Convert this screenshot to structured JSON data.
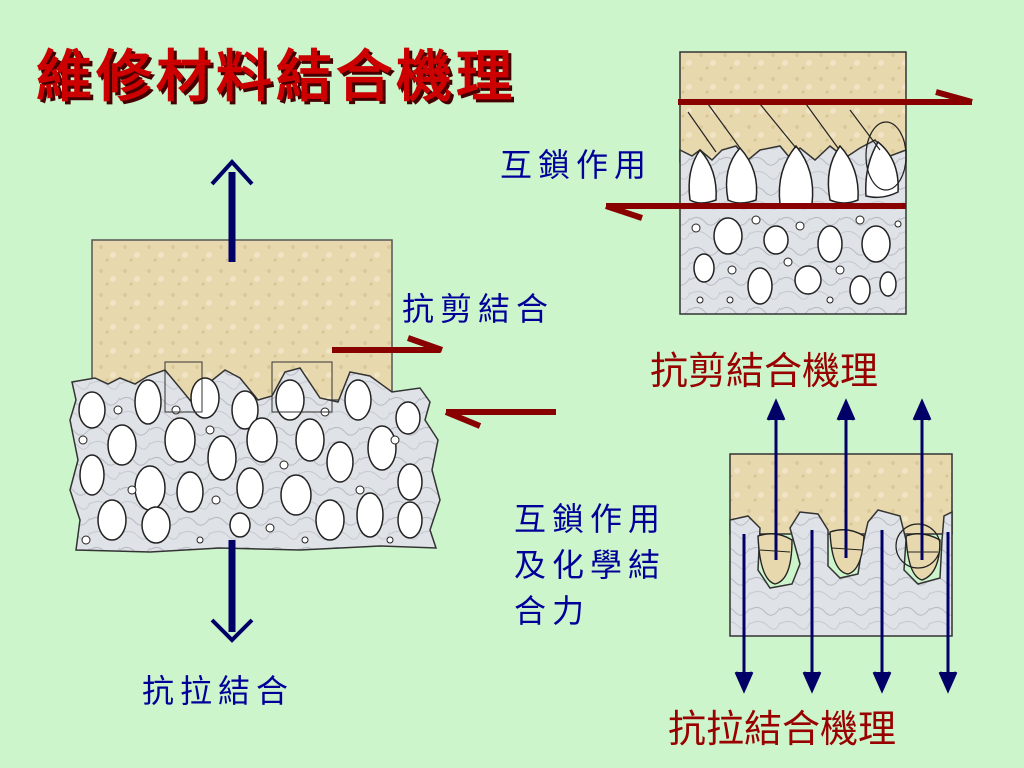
{
  "title": "維修材料結合機理",
  "labels": {
    "interlock_top": "互鎖作用",
    "shear_bond": "抗剪結合",
    "shear_mechanism": "抗剪結合機理",
    "interlock_chem_1": "互鎖作用",
    "interlock_chem_2": "及化學結",
    "interlock_chem_3": "合力",
    "tensile_bond": "抗拉結合",
    "tensile_mechanism": "抗拉結合機理"
  },
  "colors": {
    "background": "#ccf5cc",
    "title": "#cc0000",
    "label_blue": "#000099",
    "label_red": "#990000",
    "arrow_navy": "#000066",
    "arrow_maroon": "#880000",
    "repair_material": "#e8d9b0",
    "concrete": "#d8dce0"
  }
}
